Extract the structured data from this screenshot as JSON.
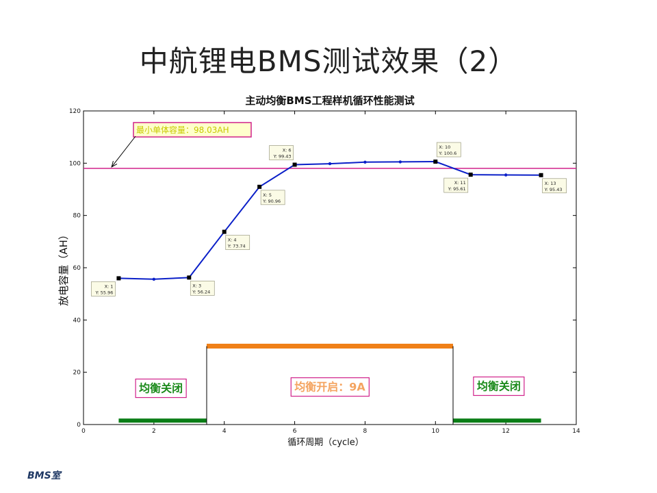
{
  "slide": {
    "title": "中航锂电BMS测试效果（2）",
    "footer": "BMS室"
  },
  "colors": {
    "series": "#0a1fc8",
    "threshold": "#d0208a",
    "off_bar": "#0a7d16",
    "on_bar": "#f08018",
    "off_text": "#1a8a1a",
    "on_text": "#f4a460",
    "annotation_bg": "#ffffcc",
    "annotation_text": "#c8c800"
  },
  "chart_data": {
    "type": "line",
    "title": "主动均衡BMS工程样机循环性能测试",
    "xlabel": "循环周期（cycle）",
    "ylabel": "放电容量（AH）",
    "xlim": [
      0,
      14
    ],
    "ylim": [
      0,
      120
    ],
    "xticks": [
      0,
      2,
      4,
      6,
      8,
      10,
      12,
      14
    ],
    "yticks": [
      0,
      20,
      40,
      60,
      80,
      100,
      120
    ],
    "grid": false,
    "series": [
      {
        "x": [
          1,
          2,
          3,
          4,
          5,
          6,
          7,
          8,
          9,
          10,
          11,
          12,
          13
        ],
        "y": [
          55.96,
          55.6,
          56.24,
          73.74,
          90.96,
          99.43,
          99.8,
          100.4,
          100.5,
          100.6,
          95.61,
          95.5,
          95.43
        ]
      }
    ],
    "threshold": {
      "y": 98.03,
      "label": "最小单体容量：98.03AH"
    },
    "datatips": [
      {
        "x": 1,
        "y": 55.96,
        "x_text": "X: 1",
        "y_text": "Y: 55.96"
      },
      {
        "x": 3,
        "y": 56.24,
        "x_text": "X: 3",
        "y_text": "Y: 56.24"
      },
      {
        "x": 4,
        "y": 73.74,
        "x_text": "X: 4",
        "y_text": "Y: 73.74"
      },
      {
        "x": 5,
        "y": 90.96,
        "x_text": "X: 5",
        "y_text": "Y: 90.96"
      },
      {
        "x": 6,
        "y": 99.43,
        "x_text": "X: 6",
        "y_text": "Y: 99.43"
      },
      {
        "x": 10,
        "y": 100.6,
        "x_text": "X: 10",
        "y_text": "Y: 100.6"
      },
      {
        "x": 11,
        "y": 95.61,
        "x_text": "X: 11",
        "y_text": "Y: 95.61"
      },
      {
        "x": 13,
        "y": 95.43,
        "x_text": "X: 13",
        "y_text": "Y: 95.43"
      }
    ],
    "balance_bars": [
      {
        "state": "off",
        "x_start": 1,
        "x_end": 3.5,
        "y": 1.5
      },
      {
        "state": "on",
        "x_start": 3.5,
        "x_end": 10.5,
        "y": 30
      },
      {
        "state": "off",
        "x_start": 10.5,
        "x_end": 13,
        "y": 1.5
      }
    ],
    "balance_labels": [
      {
        "text": "均衡关闭",
        "state": "off",
        "x": 2.2,
        "y": 14
      },
      {
        "text": "均衡开启：9A",
        "state": "on",
        "x": 7,
        "y": 14.5
      },
      {
        "text": "均衡关闭",
        "state": "off",
        "x": 11.8,
        "y": 14.8
      }
    ]
  }
}
